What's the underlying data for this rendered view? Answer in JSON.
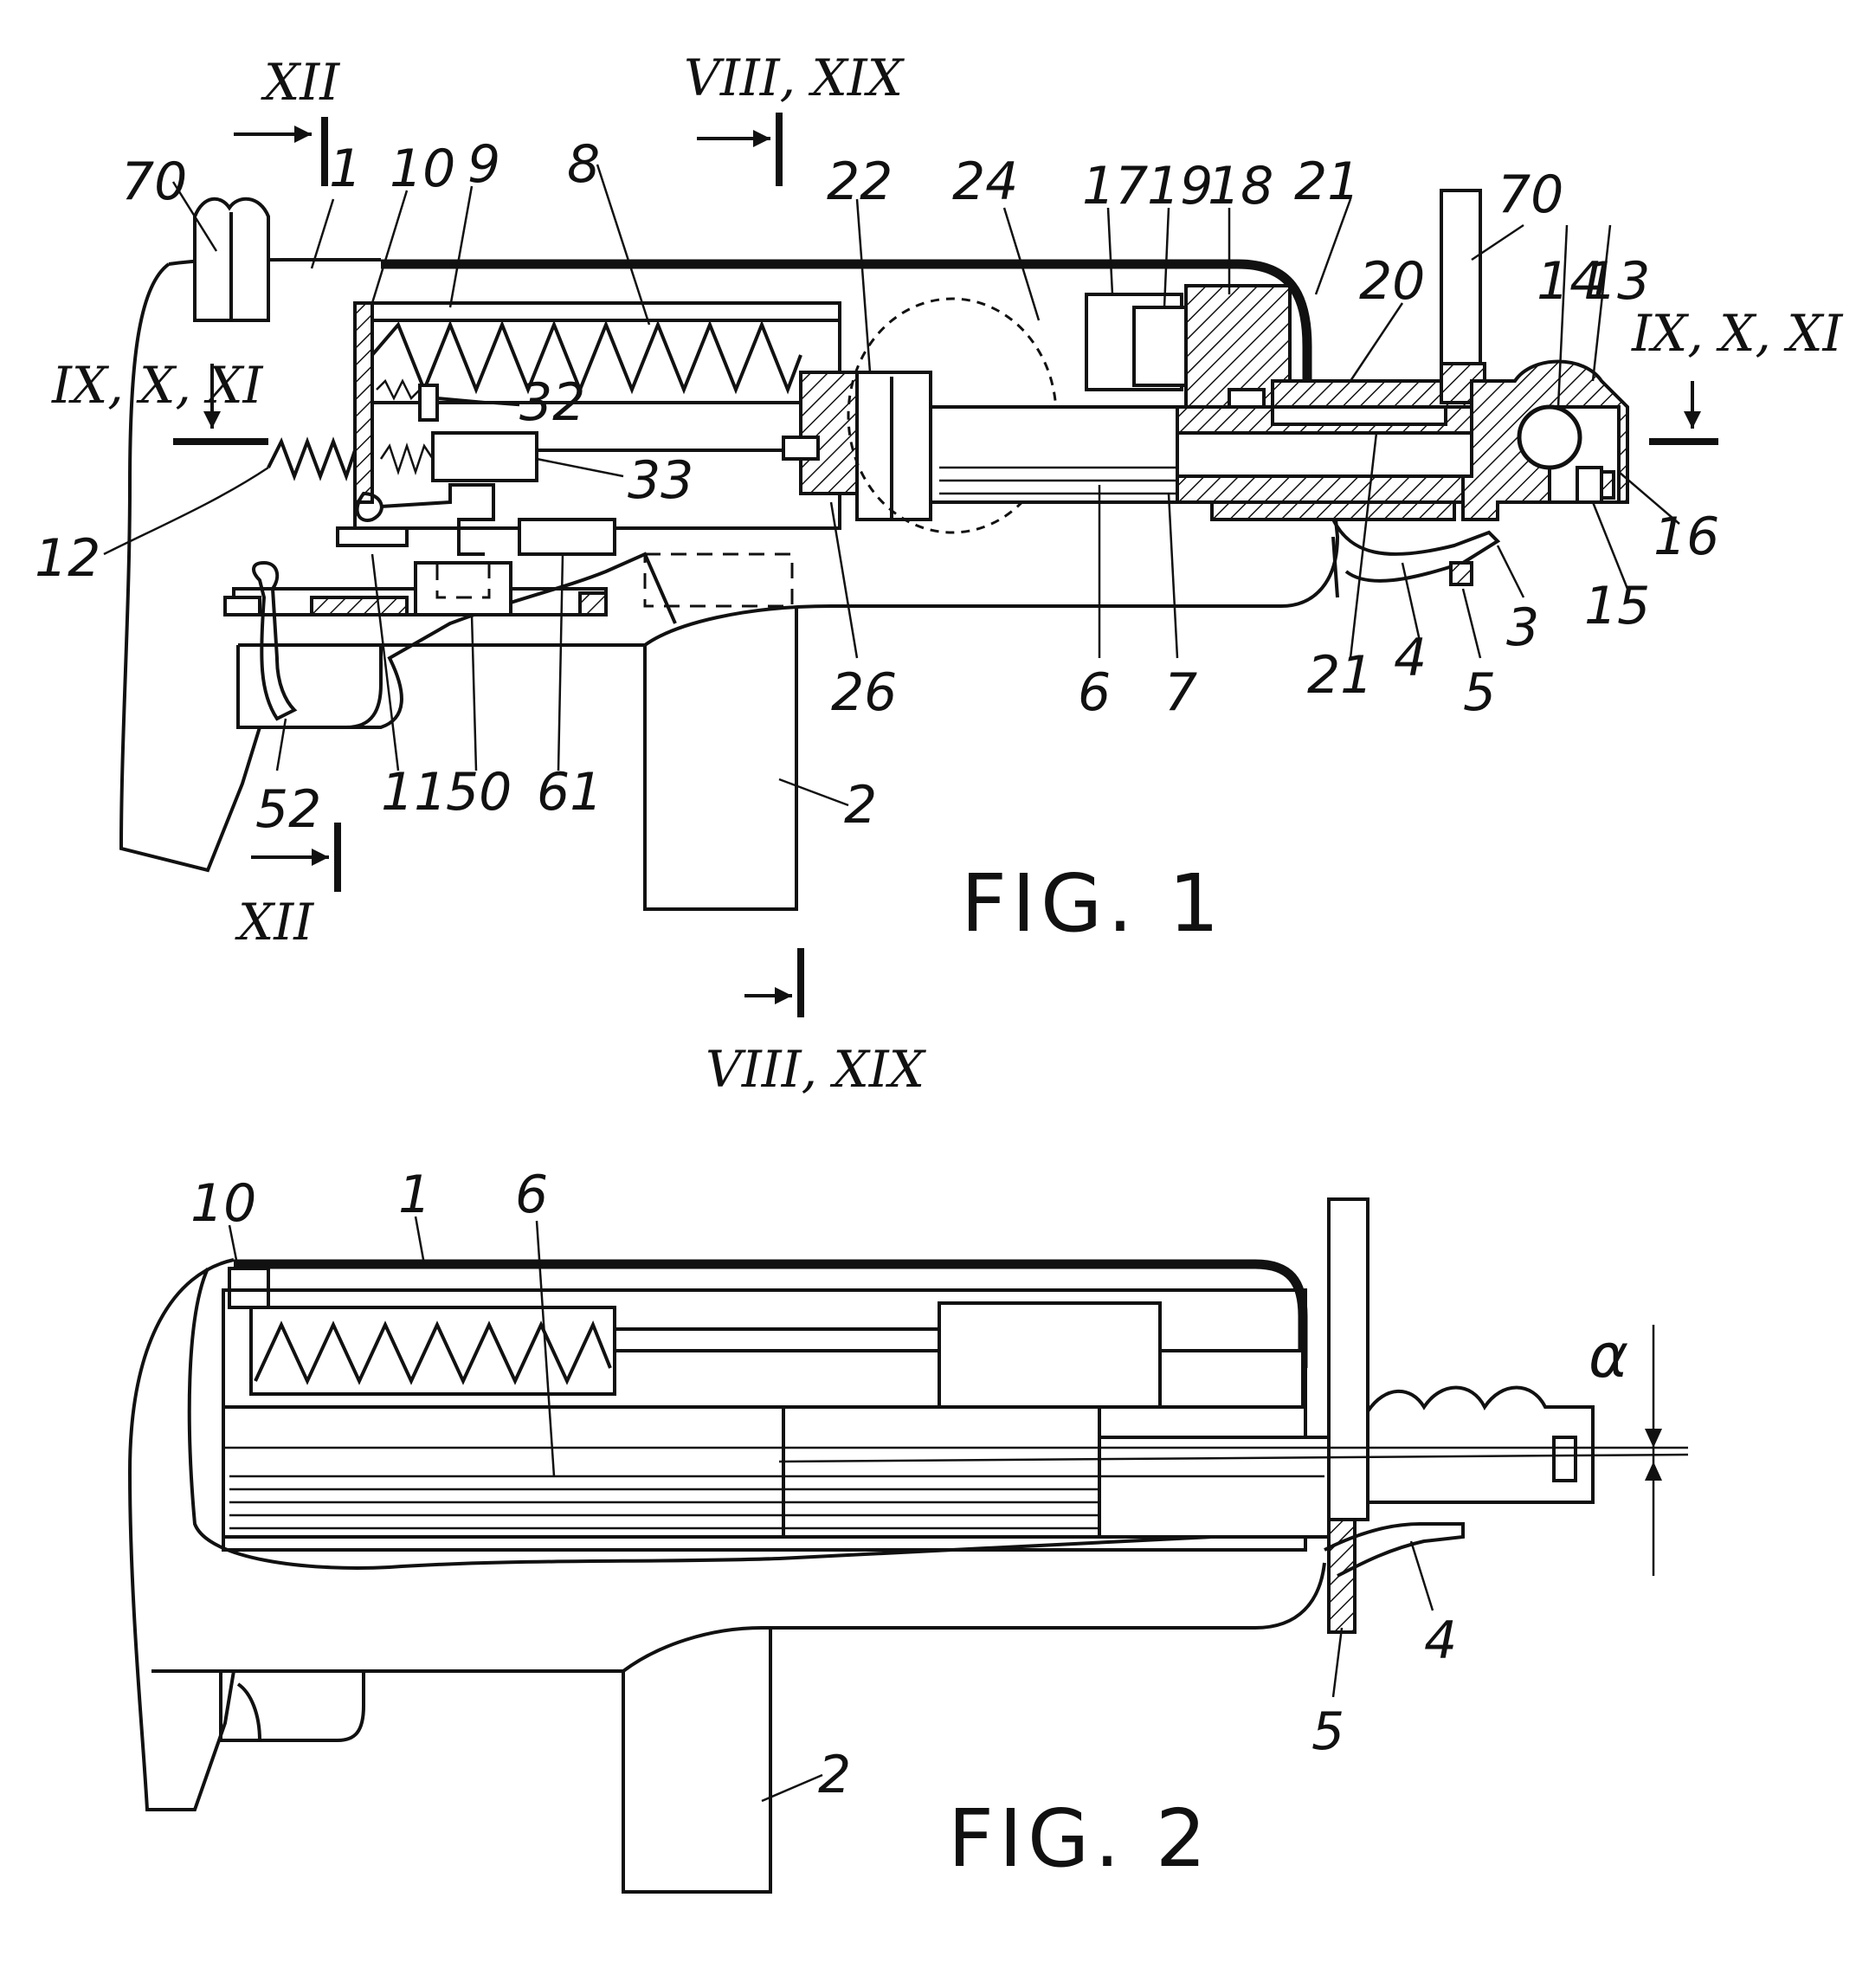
{
  "figures": [
    {
      "id": "fig1",
      "caption": "FIG. 1",
      "section_labels": [
        "XII",
        "VIII, XIX",
        "IX, X, XI",
        "IX, X, XI",
        "XII",
        "VIII, XIX"
      ],
      "reference_numerals": [
        "70",
        "1",
        "10",
        "9",
        "8",
        "22",
        "24",
        "17",
        "19",
        "18",
        "21",
        "20",
        "70",
        "14",
        "13",
        "32",
        "33",
        "12",
        "26",
        "6",
        "7",
        "21",
        "4",
        "3",
        "5",
        "15",
        "16",
        "52",
        "11",
        "50",
        "61",
        "2"
      ]
    },
    {
      "id": "fig2",
      "caption": "FIG. 2",
      "reference_numerals": [
        "10",
        "1",
        "6",
        "4",
        "5",
        "2"
      ],
      "angle_label": "α"
    }
  ]
}
